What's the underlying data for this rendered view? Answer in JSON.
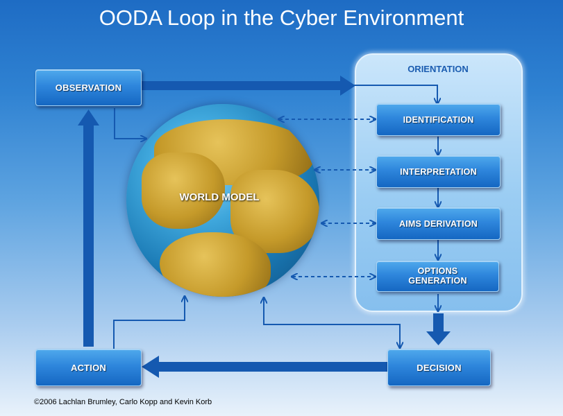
{
  "title": "OODA Loop in the Cyber Environment",
  "orientation": {
    "title": "ORIENTATION",
    "steps": [
      "IDENTIFICATION",
      "INTERPRETATION",
      "AIMS DERIVATION",
      "OPTIONS GENERATION"
    ]
  },
  "nodes": {
    "observation": "OBSERVATION",
    "decision": "DECISION",
    "action": "ACTION",
    "world_model": "WORLD MODEL"
  },
  "credit": "©2006 Lachlan Brumley, Carlo Kopp and Kevin Korb",
  "colors": {
    "box": "#2e86dc",
    "arrow": "#1559b0",
    "panel": "#9bcdf3"
  }
}
